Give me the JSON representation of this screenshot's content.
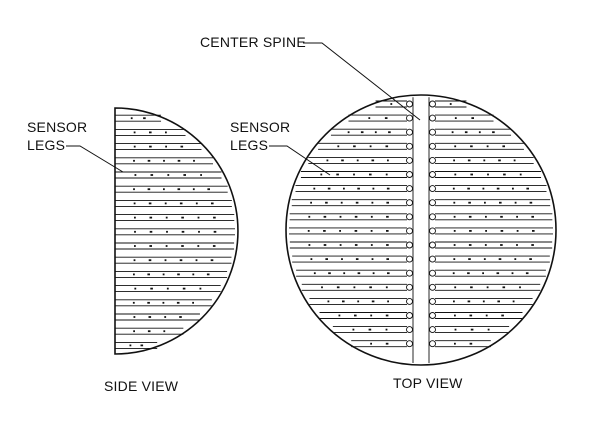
{
  "labels": {
    "center_spine": "CENTER SPINE",
    "sensor_legs_side": [
      "SENSOR",
      "LEGS"
    ],
    "sensor_legs_top": [
      "SENSOR",
      "LEGS"
    ],
    "side_view": "SIDE VIEW",
    "top_view": "TOP VIEW"
  },
  "colors": {
    "ink": "#111111",
    "background": "#ffffff"
  }
}
